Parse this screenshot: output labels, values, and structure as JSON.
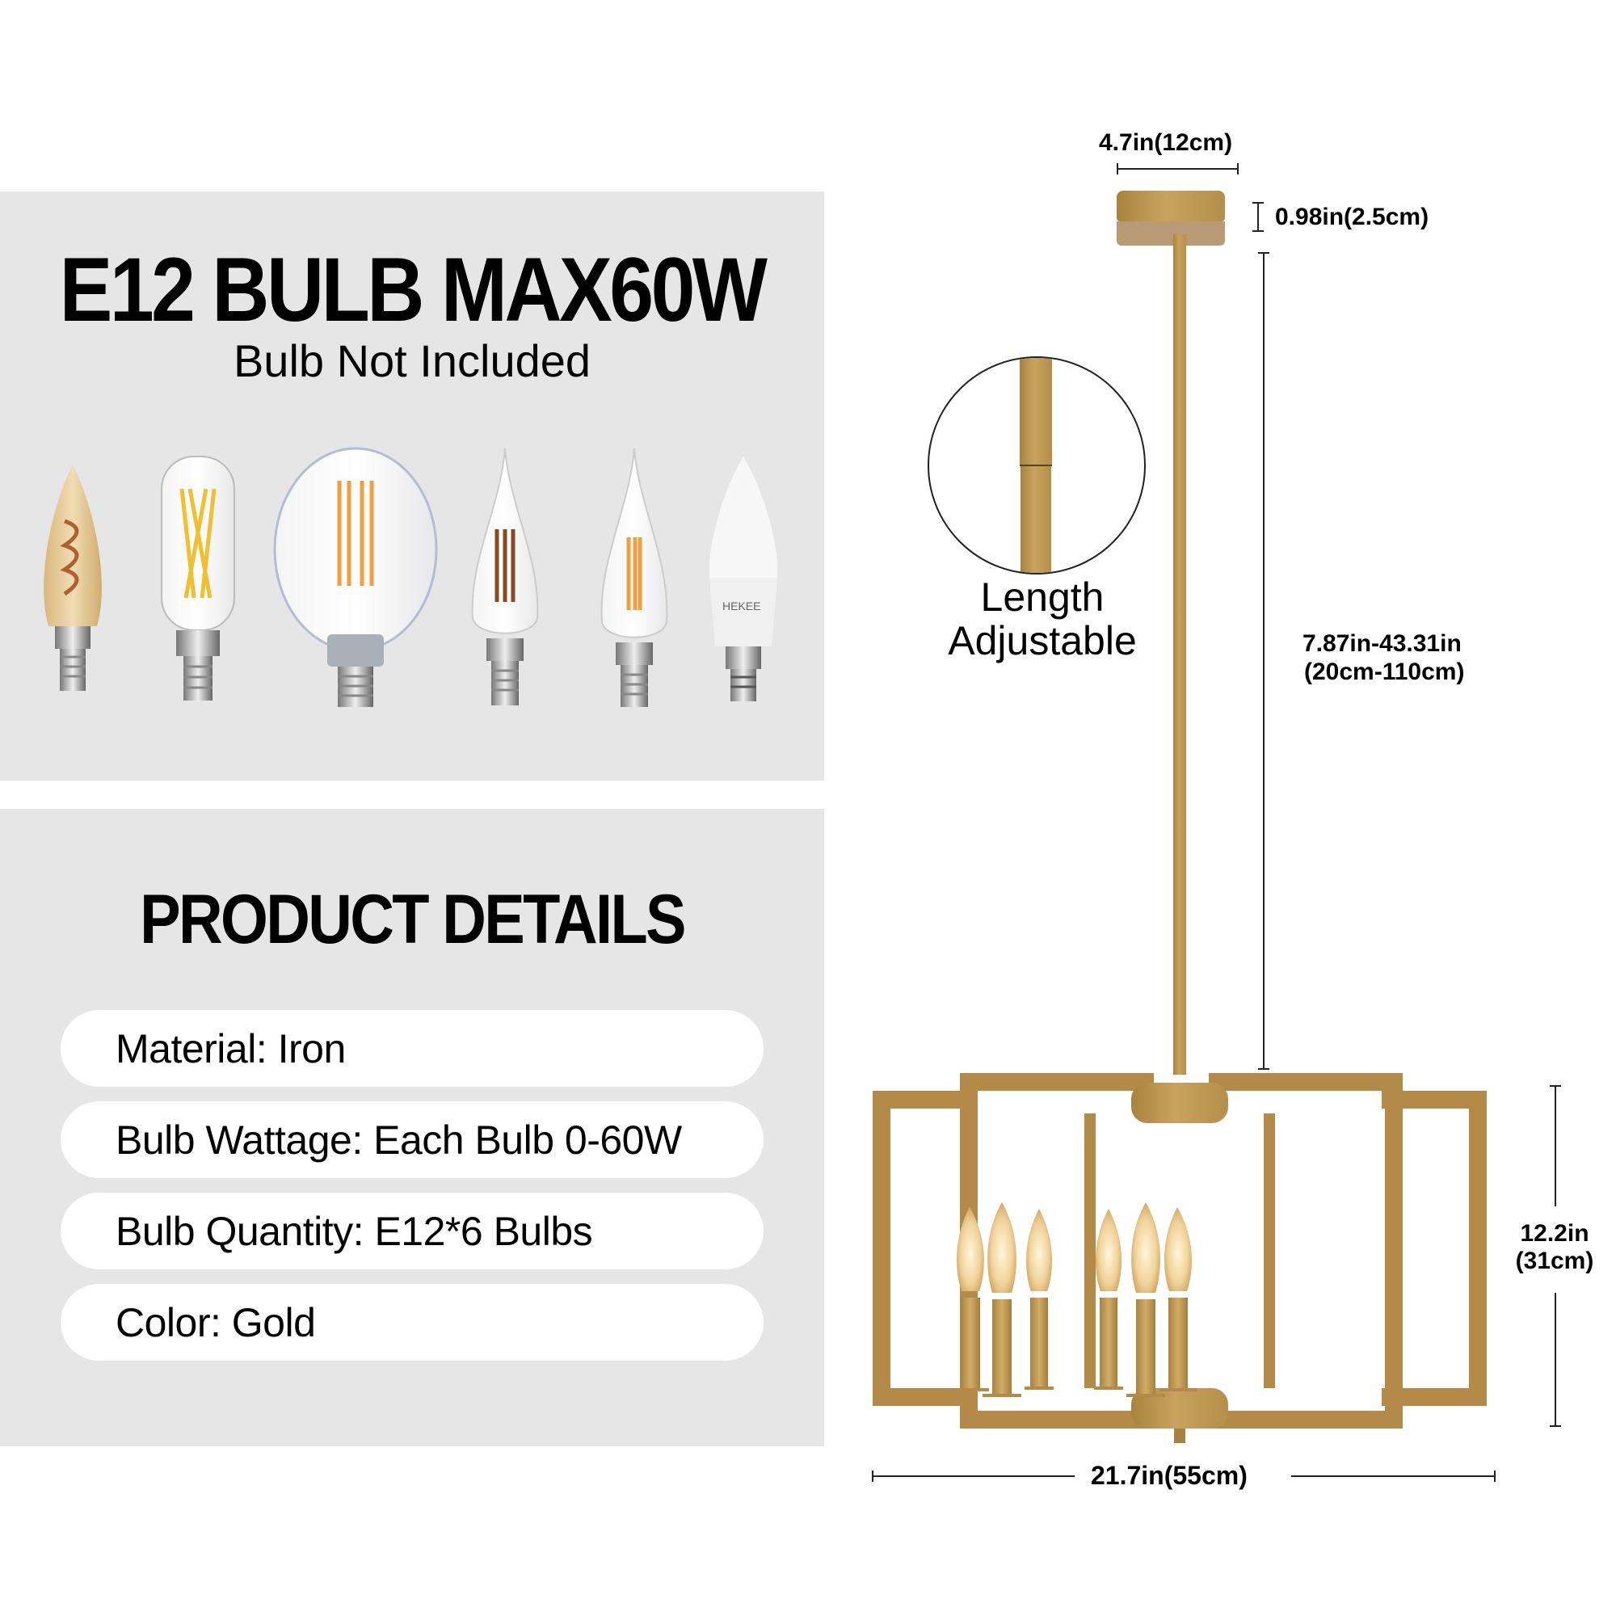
{
  "bulb_panel": {
    "title": "E12 BULB MAX60W",
    "subtitle": "Bulb Not Included",
    "bulbs": [
      {
        "type": "amber-spiral-candle",
        "name": "bulb-amber-spiral"
      },
      {
        "type": "tubular-t6",
        "name": "bulb-tubular"
      },
      {
        "type": "globe-g16",
        "name": "bulb-globe"
      },
      {
        "type": "flame-tip-ca10",
        "name": "bulb-flame-tip-1"
      },
      {
        "type": "flame-tip-filament",
        "name": "bulb-flame-tip-2"
      },
      {
        "type": "led-frosted-candle",
        "name": "bulb-led-frosted",
        "label": "HEKEE"
      }
    ]
  },
  "details_panel": {
    "heading": "PRODUCT DETAILS",
    "items": [
      {
        "label": "Material: Iron"
      },
      {
        "label": "Bulb Wattage: Each Bulb 0-60W"
      },
      {
        "label": "Bulb Quantity: E12*6 Bulbs"
      },
      {
        "label": "Color: Gold"
      }
    ]
  },
  "dimensions": {
    "canopy_width": "4.7in(12cm)",
    "canopy_height": "0.98in(2.5cm)",
    "rod_length_line1": "7.87in-43.31in",
    "rod_length_line2": "(20cm-110cm)",
    "body_height_line1": "12.2in",
    "body_height_line2": "(31cm)",
    "body_width": "21.7in(55cm)"
  },
  "inset": {
    "caption_line1": "Length",
    "caption_line2": "Adjustable"
  },
  "colors": {
    "panel_bg": "#e6e6e6",
    "gold": "#b38a48",
    "text": "#000000"
  }
}
